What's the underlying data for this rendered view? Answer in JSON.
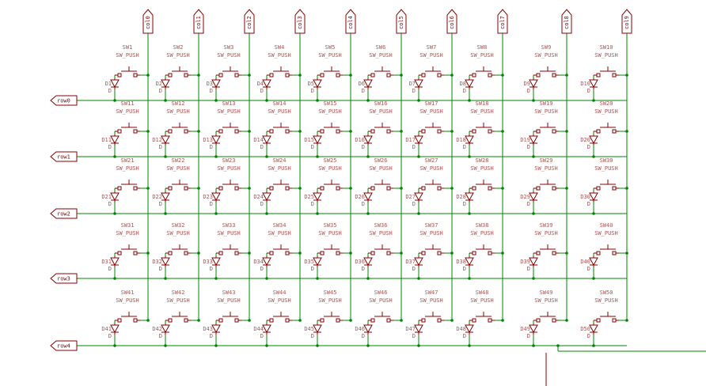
{
  "colors": {
    "background": "#ffffff",
    "wire": "#008400",
    "symbol": "#840000",
    "field": "#aa5555",
    "hier_label": "#840000",
    "junction": "#008400"
  },
  "matrix": {
    "cols": [
      "col0",
      "col1",
      "col2",
      "col3",
      "col4",
      "col5",
      "col6",
      "col7",
      "col8",
      "col9"
    ],
    "rows": [
      {
        "label": "row0",
        "cells": [
          {
            "sw": "SW1",
            "swv": "SW_PUSH",
            "d": "D1",
            "dv": "D"
          },
          {
            "sw": "SW2",
            "swv": "SW_PUSH",
            "d": "D2",
            "dv": "D"
          },
          {
            "sw": "SW3",
            "swv": "SW_PUSH",
            "d": "D3",
            "dv": "D"
          },
          {
            "sw": "SW4",
            "swv": "SW_PUSH",
            "d": "D4",
            "dv": "D"
          },
          {
            "sw": "SW5",
            "swv": "SW_PUSH",
            "d": "D5",
            "dv": "D"
          },
          {
            "sw": "SW6",
            "swv": "SW_PUSH",
            "d": "D6",
            "dv": "D"
          },
          {
            "sw": "SW7",
            "swv": "SW_PUSH",
            "d": "D7",
            "dv": "D"
          },
          {
            "sw": "SW8",
            "swv": "SW_PUSH",
            "d": "D8",
            "dv": "D"
          },
          {
            "sw": "SW9",
            "swv": "SW_PUSH",
            "d": "D9",
            "dv": "D"
          },
          {
            "sw": "SW10",
            "swv": "SW_PUSH",
            "d": "D10",
            "dv": "D"
          }
        ]
      },
      {
        "label": "row1",
        "cells": [
          {
            "sw": "SW11",
            "swv": "SW_PUSH",
            "d": "D11",
            "dv": "D"
          },
          {
            "sw": "SW12",
            "swv": "SW_PUSH",
            "d": "D12",
            "dv": "D"
          },
          {
            "sw": "SW13",
            "swv": "SW_PUSH",
            "d": "D13",
            "dv": "D"
          },
          {
            "sw": "SW14",
            "swv": "SW_PUSH",
            "d": "D14",
            "dv": "D"
          },
          {
            "sw": "SW15",
            "swv": "SW_PUSH",
            "d": "D15",
            "dv": "D"
          },
          {
            "sw": "SW16",
            "swv": "SW_PUSH",
            "d": "D16",
            "dv": "D"
          },
          {
            "sw": "SW17",
            "swv": "SW_PUSH",
            "d": "D17",
            "dv": "D"
          },
          {
            "sw": "SW18",
            "swv": "SW_PUSH",
            "d": "D18",
            "dv": "D"
          },
          {
            "sw": "SW19",
            "swv": "SW_PUSH",
            "d": "D19",
            "dv": "D"
          },
          {
            "sw": "SW20",
            "swv": "SW_PUSH",
            "d": "D20",
            "dv": "D"
          }
        ]
      },
      {
        "label": "row2",
        "cells": [
          {
            "sw": "SW21",
            "swv": "SW_PUSH",
            "d": "D21",
            "dv": "D"
          },
          {
            "sw": "SW22",
            "swv": "SW_PUSH",
            "d": "D22",
            "dv": "D"
          },
          {
            "sw": "SW23",
            "swv": "SW_PUSH",
            "d": "D23",
            "dv": "D"
          },
          {
            "sw": "SW24",
            "swv": "SW_PUSH",
            "d": "D24",
            "dv": "D"
          },
          {
            "sw": "SW25",
            "swv": "SW_PUSH",
            "d": "D25",
            "dv": "D"
          },
          {
            "sw": "SW26",
            "swv": "SW_PUSH",
            "d": "D26",
            "dv": "D"
          },
          {
            "sw": "SW27",
            "swv": "SW_PUSH",
            "d": "D27",
            "dv": "D"
          },
          {
            "sw": "SW28",
            "swv": "SW_PUSH",
            "d": "D28",
            "dv": "D"
          },
          {
            "sw": "SW29",
            "swv": "SW_PUSH",
            "d": "D29",
            "dv": "D"
          },
          {
            "sw": "SW30",
            "swv": "SW_PUSH",
            "d": "D30",
            "dv": "D"
          }
        ]
      },
      {
        "label": "row3",
        "cells": [
          {
            "sw": "SW31",
            "swv": "SW_PUSH",
            "d": "D31",
            "dv": "D"
          },
          {
            "sw": "SW32",
            "swv": "SW_PUSH",
            "d": "D32",
            "dv": "D"
          },
          {
            "sw": "SW33",
            "swv": "SW_PUSH",
            "d": "D33",
            "dv": "D"
          },
          {
            "sw": "SW34",
            "swv": "SW_PUSH",
            "d": "D34",
            "dv": "D"
          },
          {
            "sw": "SW35",
            "swv": "SW_PUSH",
            "d": "D35",
            "dv": "D"
          },
          {
            "sw": "SW36",
            "swv": "SW_PUSH",
            "d": "D36",
            "dv": "D"
          },
          {
            "sw": "SW37",
            "swv": "SW_PUSH",
            "d": "D37",
            "dv": "D"
          },
          {
            "sw": "SW38",
            "swv": "SW_PUSH",
            "d": "D38",
            "dv": "D"
          },
          {
            "sw": "SW39",
            "swv": "SW_PUSH",
            "d": "D39",
            "dv": "D"
          },
          {
            "sw": "SW40",
            "swv": "SW_PUSH",
            "d": "D40",
            "dv": "D"
          }
        ]
      },
      {
        "label": "row4",
        "cells": [
          {
            "sw": "SW41",
            "swv": "SW_PUSH",
            "d": "D41",
            "dv": "D"
          },
          {
            "sw": "SW42",
            "swv": "SW_PUSH",
            "d": "D42",
            "dv": "D"
          },
          {
            "sw": "SW43",
            "swv": "SW_PUSH",
            "d": "D43",
            "dv": "D"
          },
          {
            "sw": "SW44",
            "swv": "SW_PUSH",
            "d": "D44",
            "dv": "D"
          },
          {
            "sw": "SW45",
            "swv": "SW_PUSH",
            "d": "D45",
            "dv": "D"
          },
          {
            "sw": "SW46",
            "swv": "SW_PUSH",
            "d": "D46",
            "dv": "D"
          },
          {
            "sw": "SW47",
            "swv": "SW_PUSH",
            "d": "D47",
            "dv": "D"
          },
          {
            "sw": "SW48",
            "swv": "SW_PUSH",
            "d": "D48",
            "dv": "D"
          },
          {
            "sw": "SW49",
            "swv": "SW_PUSH",
            "d": "D49",
            "dv": "D"
          },
          {
            "sw": "SW50",
            "swv": "SW_PUSH",
            "d": "D50",
            "dv": "D"
          }
        ]
      }
    ]
  }
}
